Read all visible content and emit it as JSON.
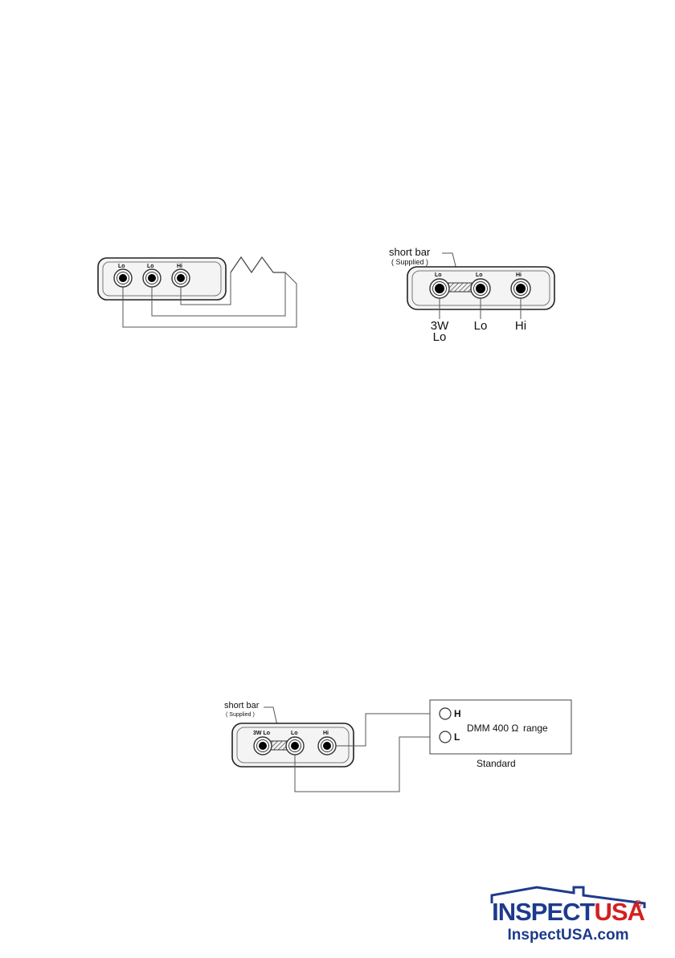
{
  "fig1": {
    "jacks": [
      "Lo",
      "Lo",
      "Hi"
    ]
  },
  "fig2": {
    "short_bar": "short bar",
    "supplied": "( Supplied )",
    "jacks": [
      "Lo",
      "Lo",
      "Hi"
    ],
    "bottom_3w": "3W",
    "bottom_3w_lo": "Lo",
    "bottom_lo": "Lo",
    "bottom_hi": "Hi"
  },
  "fig3": {
    "short_bar": "short bar",
    "supplied": "( Supplied )",
    "jacks": [
      "3W Lo",
      "Lo",
      "Hi"
    ],
    "terminal_h": "H",
    "terminal_l": "L",
    "dmm": "DMM 400 Ω",
    "range": "range",
    "standard": "Standard"
  },
  "logo": {
    "word1": "INSPECT",
    "word2": "USA",
    "reg": "®",
    "url": "InspectUSA.com",
    "colors": {
      "blue": "#1d3b8c",
      "red": "#d42020"
    }
  }
}
